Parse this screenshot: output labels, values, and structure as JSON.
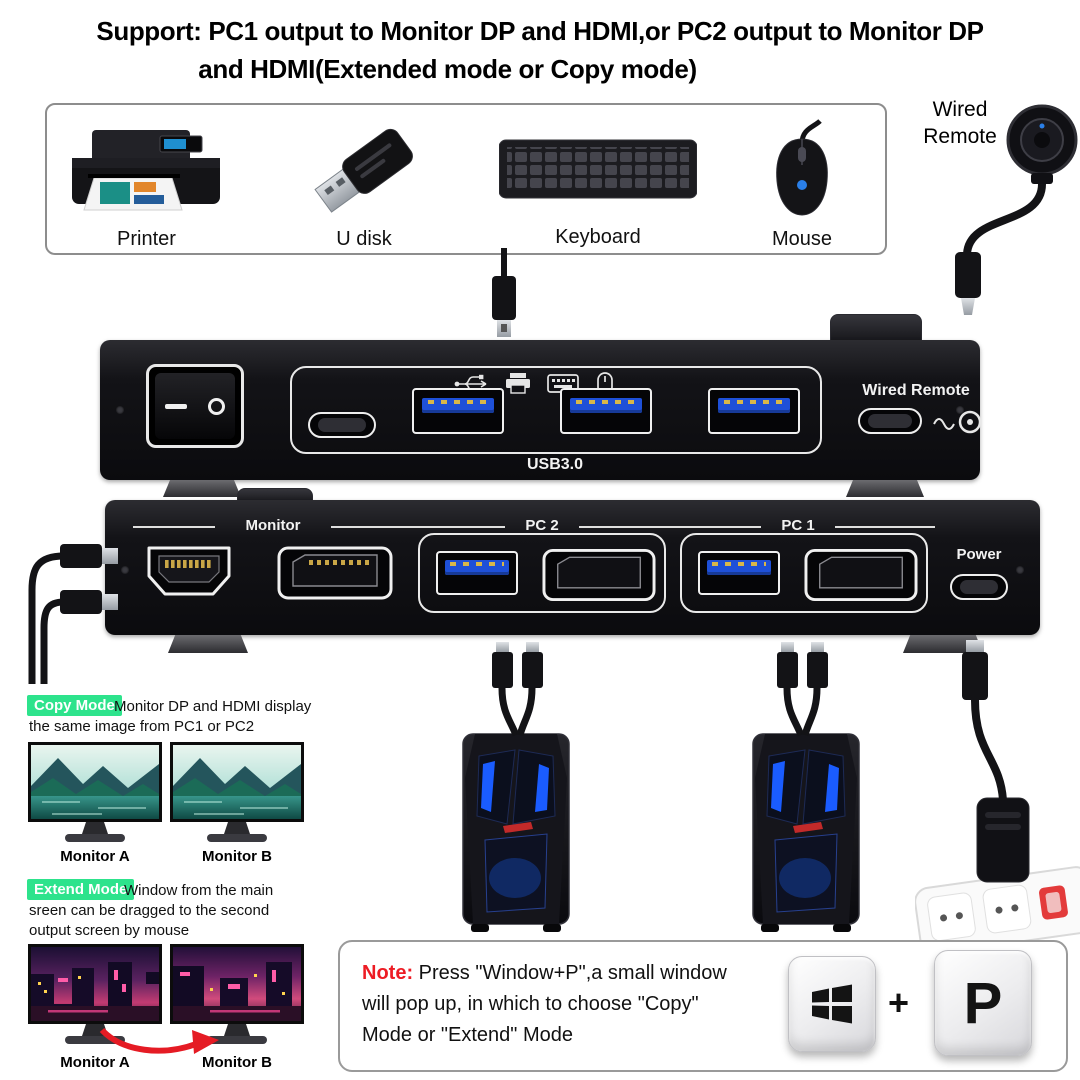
{
  "title": {
    "line1": "Support: PC1 output to Monitor DP and HDMI,or PC2 output to Monitor DP",
    "line2": "and HDMI(Extended mode or Copy mode)"
  },
  "peripherals": {
    "printer_label": "Printer",
    "u_disk_label": "U disk",
    "keyboard_label": "Keyboard",
    "mouse_label": "Mouse"
  },
  "wired_remote_callout": {
    "label": "Wired Remote"
  },
  "kvm_rear": {
    "usb_label": "USB3.0",
    "wired_remote_label": "Wired Remote"
  },
  "kvm_front": {
    "monitor_label": "Monitor",
    "pc2_label": "PC 2",
    "pc1_label": "PC 1",
    "power_label": "Power"
  },
  "copy_mode": {
    "badge": "Copy Mode",
    "line1": "Monitor DP and HDMI display",
    "line2": "the same image from PC1 or PC2",
    "monitor_a_label": "Monitor A",
    "monitor_b_label": "Monitor B"
  },
  "extend_mode": {
    "badge": "Extend Mode",
    "line1": "Window from the main",
    "line2": "sreen can be dragged to the second",
    "line3": "output screen by mouse",
    "monitor_a_label": "Monitor A",
    "monitor_b_label": "Monitor B"
  },
  "note": {
    "prefix": "Note:",
    "line1_rest": " Press \"Window+P\",a small window",
    "line2": "will pop up, in which to choose \"Copy\"",
    "line3": "Mode or \"Extend\" Mode",
    "plus": "+",
    "p_key_label": "P"
  },
  "colors": {
    "badge_green": "#2de38c",
    "note_red": "#ed1c24",
    "usb_blue": "#1e50d8"
  }
}
